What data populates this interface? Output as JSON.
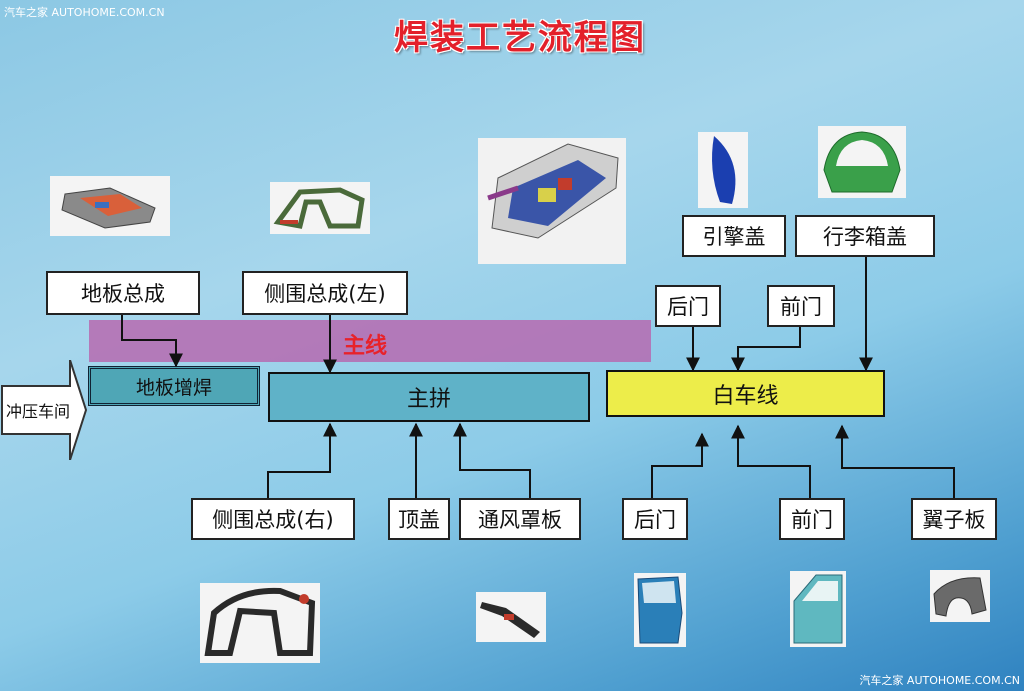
{
  "watermark": {
    "top_left": "汽车之家  AUTOHOME.COM.CN",
    "bottom_right": "汽车之家 AUTOHOME.COM.CN"
  },
  "title": "焊装工艺流程图",
  "main_line_label": "主线",
  "stamping_shop": "冲压车间",
  "process_boxes": {
    "floor_weld": "地板增焊",
    "main_assembly": "主拼",
    "white_body_line": "白车线"
  },
  "inputs": {
    "floor_assembly": "地板总成",
    "side_left": "侧围总成(左)",
    "side_right": "侧围总成(右)",
    "roof": "顶盖",
    "cowl_panel": "通风罩板",
    "hood": "引擎盖",
    "trunk_lid": "行李箱盖",
    "rear_door_top": "后门",
    "front_door_top": "前门",
    "rear_door_bottom": "后门",
    "front_door_bottom": "前门",
    "fender": "翼子板"
  },
  "colors": {
    "title": "#e3202a",
    "main_band": "#b66ab0",
    "main_assembly": "#5fb2c8",
    "white_body": "#eded4a",
    "floor_weld": "#4fa6b6"
  }
}
